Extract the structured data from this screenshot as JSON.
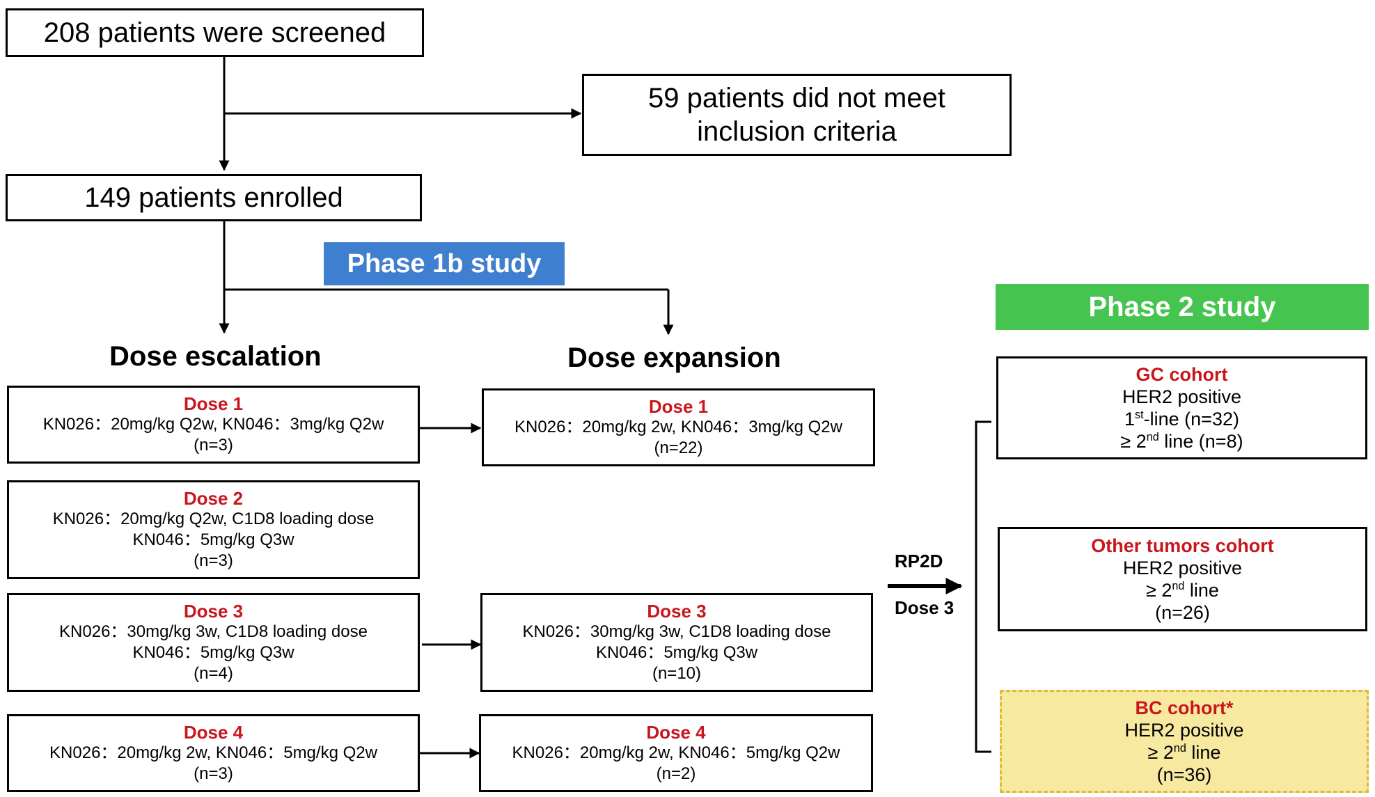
{
  "flow": {
    "screened": "208 patients were screened",
    "excluded_line1": "59 patients did not meet",
    "excluded_line2": "inclusion criteria",
    "enrolled": "149 patients enrolled"
  },
  "phase1b": {
    "label": "Phase 1b study",
    "color": "#3f7fd0"
  },
  "phase2": {
    "label": "Phase 2 study",
    "color": "#45c54f"
  },
  "dose_escalation": {
    "heading": "Dose escalation",
    "doses": [
      {
        "title": "Dose 1",
        "lines": [
          "KN026：20mg/kg Q2w, KN046：3mg/kg Q2w"
        ],
        "n": "(n=3)"
      },
      {
        "title": "Dose 2",
        "lines": [
          "KN026：20mg/kg Q2w, C1D8 loading dose",
          "KN046：5mg/kg Q3w"
        ],
        "n": "(n=3)"
      },
      {
        "title": "Dose 3",
        "lines": [
          "KN026：30mg/kg 3w, C1D8 loading dose",
          "KN046：5mg/kg Q3w"
        ],
        "n": "(n=4)"
      },
      {
        "title": "Dose 4",
        "lines": [
          "KN026：20mg/kg 2w, KN046：5mg/kg Q2w"
        ],
        "n": "(n=3)"
      }
    ]
  },
  "dose_expansion": {
    "heading": "Dose expansion",
    "doses": [
      {
        "title": "Dose 1",
        "lines": [
          "KN026：20mg/kg 2w, KN046：3mg/kg Q2w"
        ],
        "n": "(n=22)"
      },
      {
        "title": "Dose 3",
        "lines": [
          "KN026：30mg/kg 3w, C1D8 loading dose",
          "KN046：5mg/kg Q3w"
        ],
        "n": "(n=10)"
      },
      {
        "title": "Dose 4",
        "lines": [
          "KN026：20mg/kg 2w, KN046：5mg/kg Q2w"
        ],
        "n": "(n=2)"
      }
    ]
  },
  "rp2d": {
    "top": "RP2D",
    "bottom": "Dose 3"
  },
  "cohorts": {
    "gc": {
      "title": "GC cohort",
      "line1": "HER2 positive",
      "line2_pre": "1",
      "line2_sup": "st",
      "line2_post": "-line (n=32)",
      "line3_pre": "≥ 2",
      "line3_sup": "nd",
      "line3_post": " line (n=8)"
    },
    "other": {
      "title": "Other tumors cohort",
      "line1": "HER2 positive",
      "line2_pre": "≥ 2",
      "line2_sup": "nd",
      "line2_post": " line",
      "line3": "(n=26)"
    },
    "bc": {
      "title": "BC cohort*",
      "line1": "HER2 positive",
      "line2_pre": "≥ 2",
      "line2_sup": "nd",
      "line2_post": " line",
      "line3": "(n=36)",
      "fill": "#f7eaa0",
      "border": "#e0b93a"
    }
  }
}
